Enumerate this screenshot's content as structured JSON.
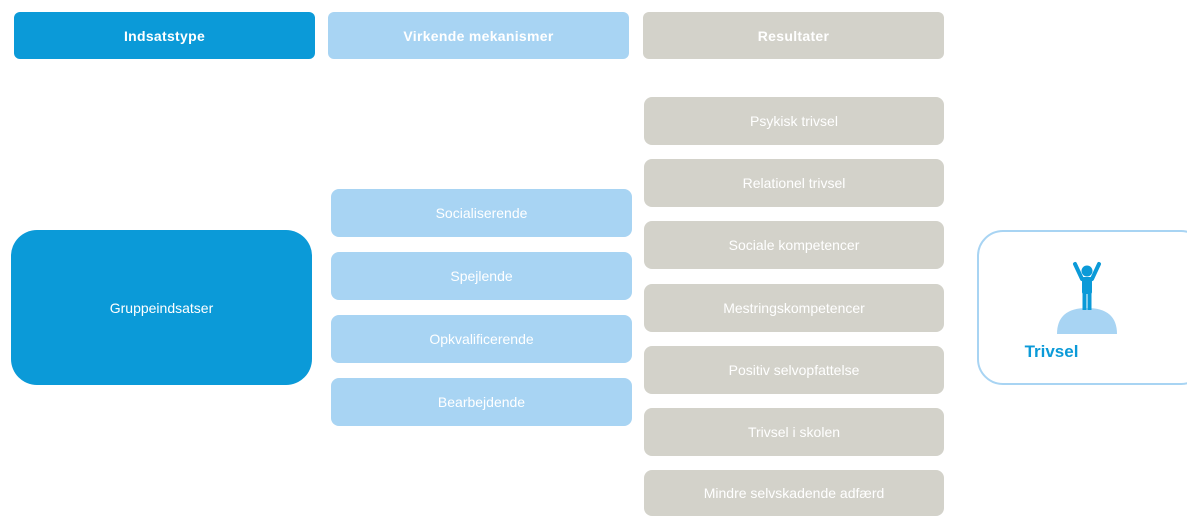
{
  "headers": {
    "type": "Indsatstype",
    "mechanisms": "Virkende mekanismer",
    "results": "Resultater"
  },
  "intervention": "Gruppeindsatser",
  "mechanisms": [
    "Socialiserende",
    "Spejlende",
    "Opkvalificerende",
    "Bearbejdende"
  ],
  "results": [
    "Psykisk trivsel",
    "Relationel trivsel",
    "Sociale kompetencer",
    "Mestringskompetencer",
    "Positiv selvopfattelse",
    "Trivsel i skolen",
    "Mindre selvskadende adfærd"
  ],
  "outcome": {
    "label": "Trivsel",
    "icon": "person-on-hill-icon"
  },
  "colors": {
    "intervention": "#0b9ad8",
    "mechanism": "#a8d4f3",
    "result": "#d3d2ca",
    "outcome_text": "#0b9ad8"
  }
}
